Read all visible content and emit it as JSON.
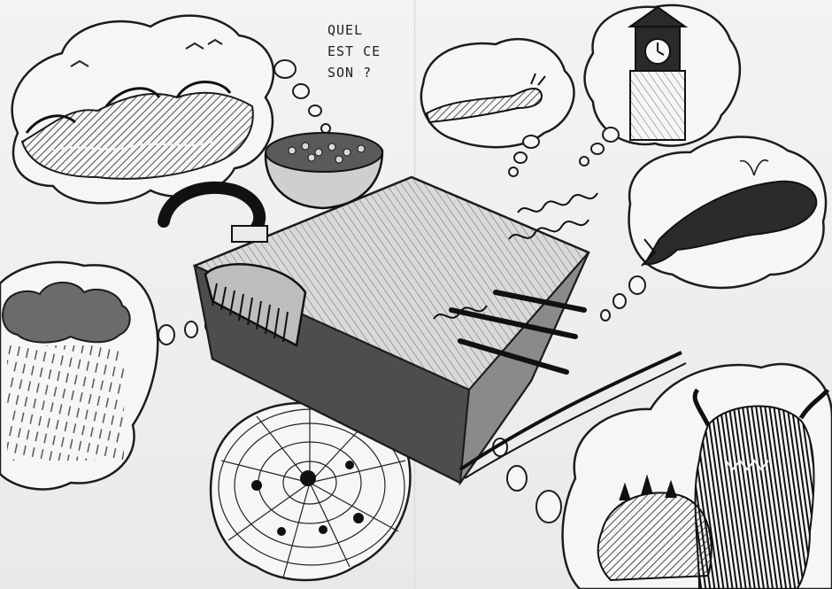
{
  "illustration": {
    "title_lines": [
      "QUEL",
      "EST CE",
      "SON ?"
    ],
    "style": "pencil sketch",
    "ink_color": "#1c1c1c",
    "paper_color": "#efefef",
    "thought_bubbles": [
      {
        "subject": "ocean-waves-with-birds"
      },
      {
        "subject": "rain-cloud"
      },
      {
        "subject": "spider-web-with-spiders"
      },
      {
        "subject": "caterpillar"
      },
      {
        "subject": "clock-tower"
      },
      {
        "subject": "whale"
      },
      {
        "subject": "horned-monsters"
      }
    ],
    "instrument_parts": [
      "bowl-of-beads",
      "comb",
      "springs",
      "violin-bow",
      "spiral-hook",
      "pegs"
    ]
  }
}
